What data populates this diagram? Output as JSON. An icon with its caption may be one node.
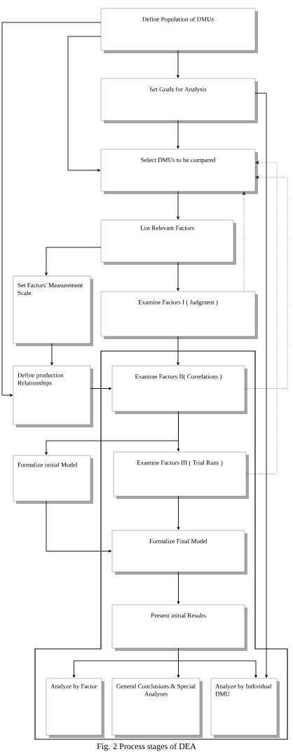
{
  "diagram": {
    "caption": "Fig. 2  Process stages of DEA",
    "nodes": [
      {
        "text": [
          "Define Population of DMUs"
        ]
      },
      {
        "text": [
          "Set Goals for Analysis"
        ]
      },
      {
        "text": [
          "Select DMUs to be compared"
        ]
      },
      {
        "text": [
          "List Relevant Factors"
        ]
      },
      {
        "text": [
          "Set Factors' Measurement Scale"
        ]
      },
      {
        "text": [
          "Examine Factors I ( Judgment )"
        ]
      },
      {
        "text": [
          "Define production Relationships"
        ]
      },
      {
        "text": [
          "Examine Factors II( Correlations )"
        ]
      },
      {
        "text": [
          "Formalize initial Model"
        ]
      },
      {
        "text": [
          "Examine Factors III ( Trial Runs )"
        ]
      },
      {
        "text": [
          "Formalize Final Model"
        ]
      },
      {
        "text": [
          "Present initial Results"
        ]
      },
      {
        "text": [
          "Analyze by Factor"
        ]
      },
      {
        "text": [
          "General Conclusions & Special Analyses"
        ]
      },
      {
        "text": [
          "Analyze by Individual DMU"
        ]
      }
    ],
    "edges": [
      {
        "from": 0,
        "to": 1,
        "arrow": "to"
      },
      {
        "from": 1,
        "to": 2,
        "arrow": "to"
      },
      {
        "from": 2,
        "to": 3,
        "arrow": "to"
      },
      {
        "from": 3,
        "to": 5,
        "arrow": "to"
      },
      {
        "from": 5,
        "to": 7,
        "arrow": "to"
      },
      {
        "from": 7,
        "to": 9,
        "arrow": "to"
      },
      {
        "from": 9,
        "to": 10,
        "arrow": "to"
      },
      {
        "from": 10,
        "to": 11,
        "arrow": "to"
      },
      {
        "from": 11,
        "to": 12,
        "arrow": "to"
      },
      {
        "from": 11,
        "to": 13,
        "arrow": "to"
      },
      {
        "from": 11,
        "to": 14,
        "arrow": "to"
      },
      {
        "from": 0,
        "to": 2,
        "arrow": "to"
      },
      {
        "from": 0,
        "to": 6,
        "arrow": "to"
      },
      {
        "from": 1,
        "to": 14,
        "arrow": "to"
      },
      {
        "from": 3,
        "to": 4,
        "arrow": "to"
      },
      {
        "from": 4,
        "to": 6,
        "arrow": "to"
      },
      {
        "from": 6,
        "to": 7,
        "arrow": "to"
      },
      {
        "from": 7,
        "to": 8,
        "arrow": "to"
      },
      {
        "from": 8,
        "to": 10,
        "arrow": "to"
      },
      {
        "from": 5,
        "to": 2,
        "arrow": "to",
        "style": "dashed"
      },
      {
        "from": 7,
        "to": 2,
        "arrow": "to",
        "style": "dashed"
      },
      {
        "from": 9,
        "to": 2,
        "arrow": "to",
        "style": "dashed"
      }
    ]
  }
}
